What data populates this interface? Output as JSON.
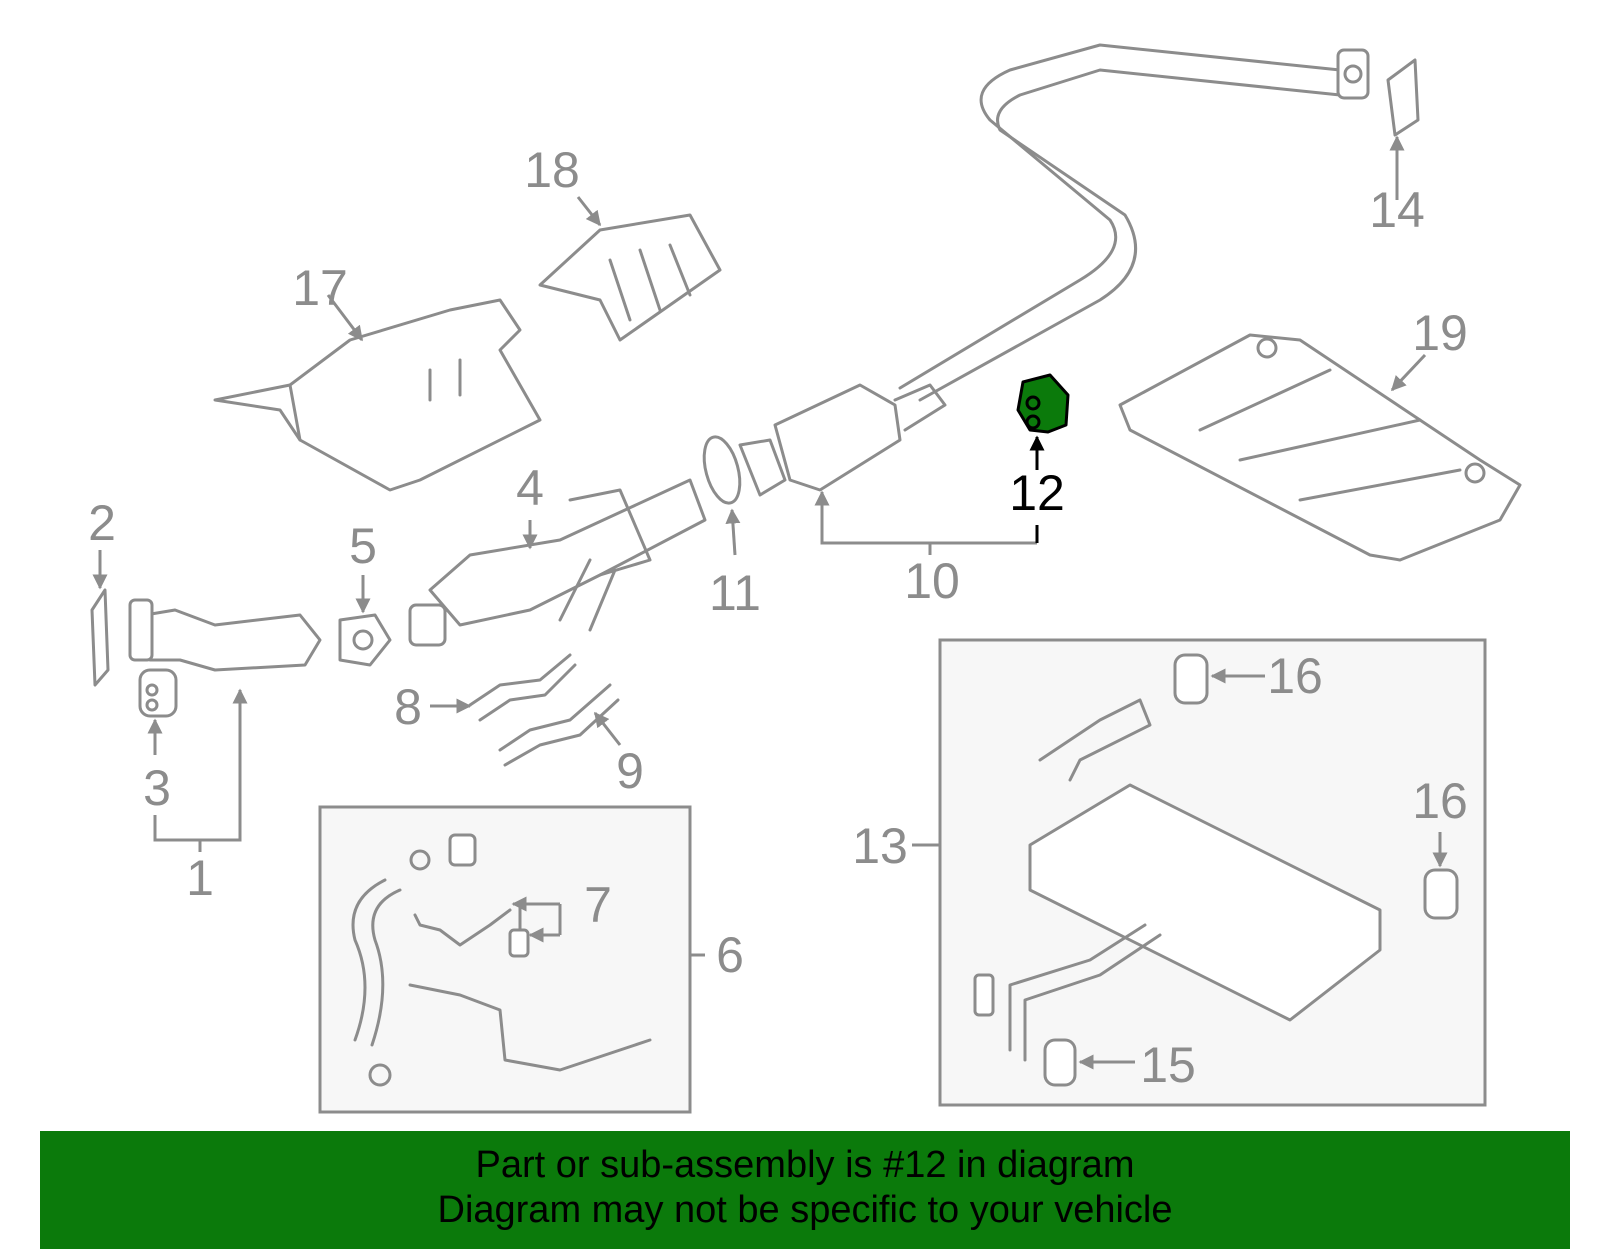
{
  "diagram": {
    "labels": {
      "n1": "1",
      "n2": "2",
      "n3": "3",
      "n4": "4",
      "n5": "5",
      "n6": "6",
      "n7": "7",
      "n8": "8",
      "n9": "9",
      "n10": "10",
      "n11": "11",
      "n12": "12",
      "n13": "13",
      "n14": "14",
      "n15": "15",
      "n16a": "16",
      "n16b": "16",
      "n17": "17",
      "n18": "18",
      "n19": "19"
    },
    "highlighted_part": "12",
    "highlight_color": "#0b7a0b",
    "line_color": "#8c8c8c"
  },
  "banner": {
    "line1": "Part or sub-assembly is #12 in diagram",
    "line2": "Diagram may not be specific to your vehicle",
    "background": "#0b7a0b"
  }
}
